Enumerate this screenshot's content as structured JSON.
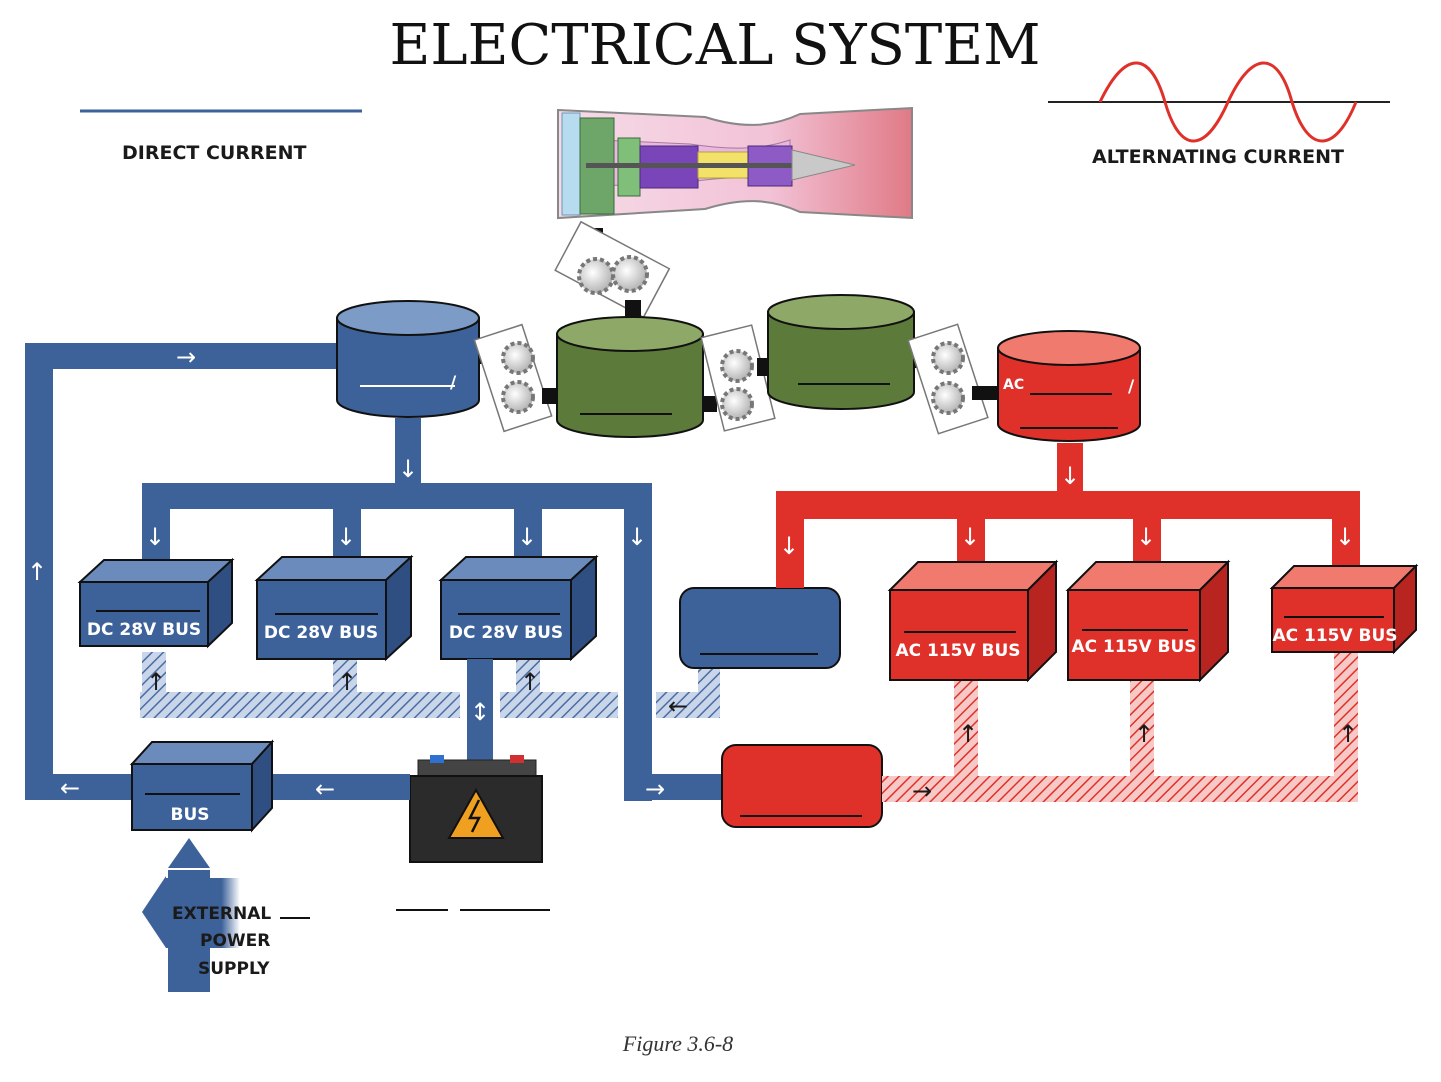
{
  "title": "ELECTRICAL SYSTEM",
  "legend": {
    "direct_current": "DIRECT CURRENT",
    "alternating_current": "ALTERNATING CURRENT"
  },
  "colors": {
    "dc_blue": "#3d6199",
    "ac_red": "#e0302a",
    "generator_green": "#5c7a3a"
  },
  "components": {
    "dc_generator_tag": "/",
    "ac_generator_tag": "AC",
    "ac_generator_slash": "/"
  },
  "dc_buses": [
    {
      "label": "DC 28V BUS"
    },
    {
      "label": "DC 28V BUS"
    },
    {
      "label": "DC 28V BUS"
    }
  ],
  "ac_buses": [
    {
      "label": "AC 115V BUS"
    },
    {
      "label": "AC 115V BUS"
    },
    {
      "label": "AC 115V BUS"
    }
  ],
  "ground_bus": {
    "label": "BUS"
  },
  "external_power": {
    "line1": "EXTERNAL",
    "line2": "POWER",
    "line3": "SUPPLY"
  },
  "caption": "Figure 3.6-8"
}
